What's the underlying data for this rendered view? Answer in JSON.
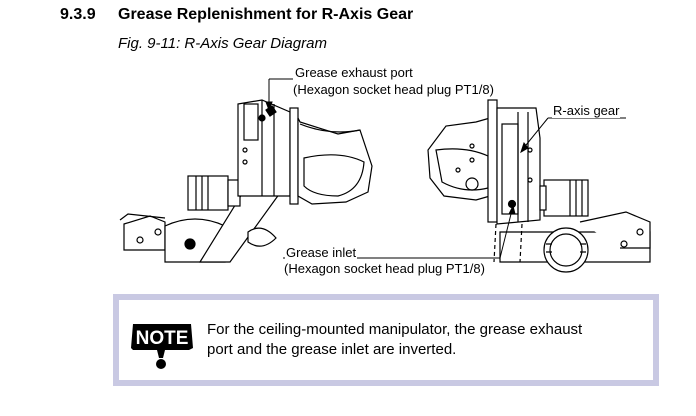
{
  "section": {
    "number": "9.3.9",
    "title": "Grease Replenishment for R-Axis Gear"
  },
  "figure": {
    "caption": "Fig. 9-11: R-Axis Gear Diagram",
    "labels": {
      "exhaust_line1": "Grease exhaust port",
      "exhaust_line2": "(Hexagon socket head plug PT1/8)",
      "gear": "R-axis gear",
      "inlet_line1": "Grease inlet",
      "inlet_line2": "(Hexagon socket head plug PT1/8)"
    }
  },
  "note": {
    "icon_label": "NOTE",
    "line1": "For the ceiling-mounted manipulator, the grease exhaust",
    "line2": "port and the grease inlet are inverted."
  }
}
